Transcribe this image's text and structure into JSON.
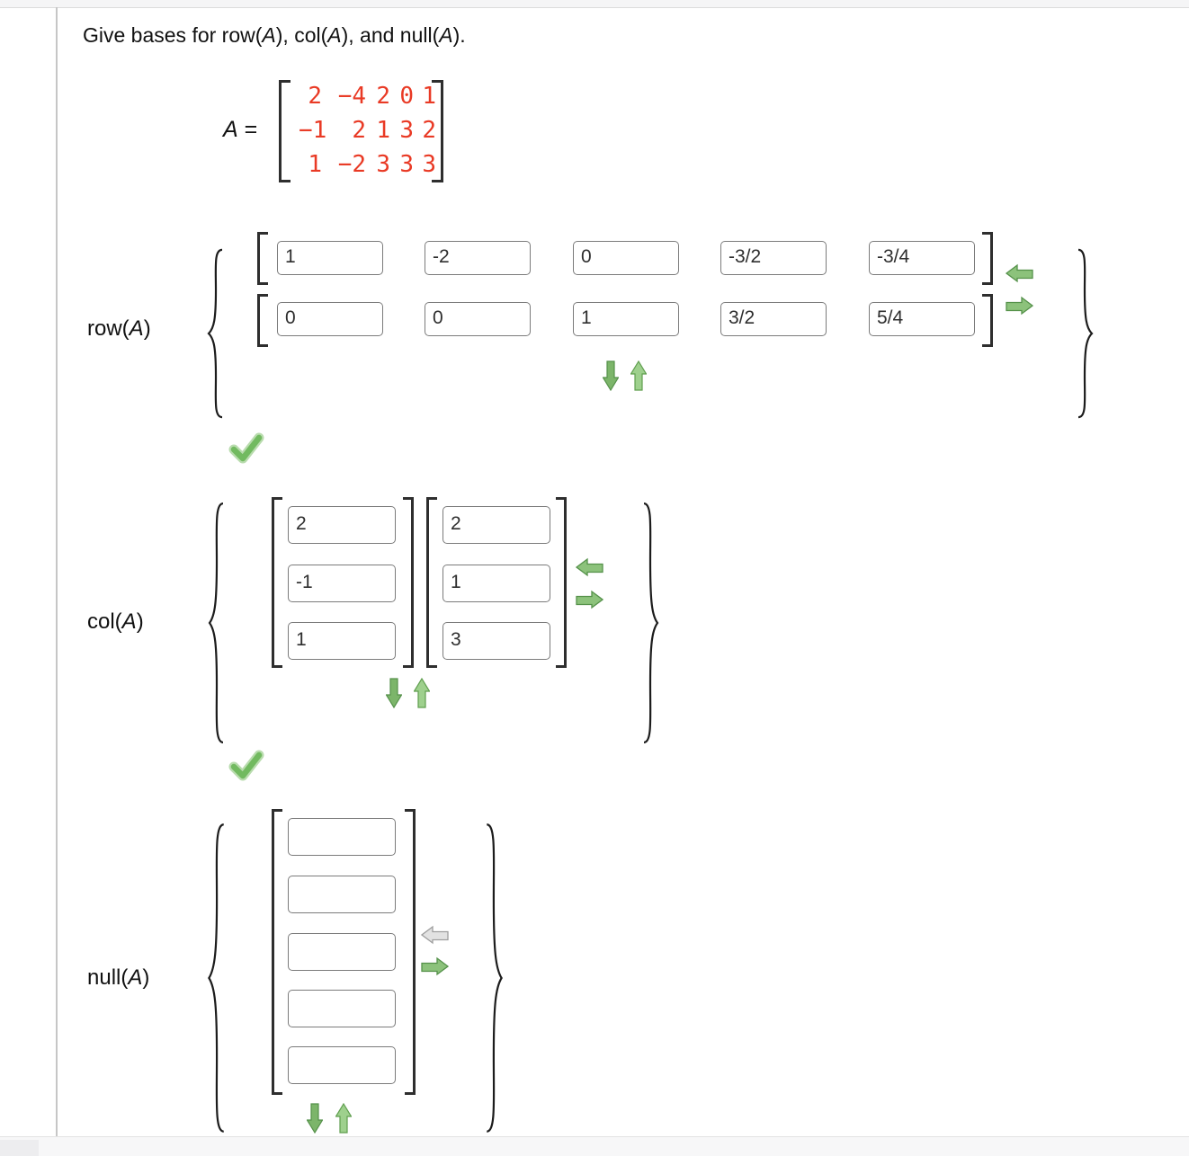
{
  "title": "Give bases for row(A), col(A), and null(A).",
  "matrix": {
    "lhs": "A =",
    "rows": [
      [
        "2",
        "−4",
        "2",
        "0",
        "1"
      ],
      [
        "−1",
        "2",
        "1",
        "3",
        "2"
      ],
      [
        "1",
        "−2",
        "3",
        "3",
        "3"
      ]
    ]
  },
  "sections": {
    "row": {
      "label": "row(A)",
      "vector1": [
        "1",
        "-2",
        "0",
        "-3/2",
        "-3/4"
      ],
      "vector2": [
        "0",
        "0",
        "1",
        "3/2",
        "5/4"
      ],
      "status": "correct"
    },
    "col": {
      "label": "col(A)",
      "vector1": [
        "2",
        "-1",
        "1"
      ],
      "vector2": [
        "2",
        "1",
        "3"
      ],
      "status": "correct"
    },
    "null": {
      "label": "null(A)",
      "vector1": [
        "",
        "",
        "",
        "",
        ""
      ],
      "status": ""
    }
  },
  "icons": {
    "left-arrow-icon": "⬅",
    "right-arrow-icon": "➡",
    "down-arrow-icon": "⬇",
    "up-arrow-icon": "⬆",
    "checkmark-icon": "✔"
  },
  "colors": {
    "matrix_text": "#e93a25",
    "arrow_green_fill": "#8cc27b",
    "arrow_green_dark_fill": "#7cb56a",
    "arrow_green_light_fill": "#9ed08d",
    "arrow_green_border": "#55914a",
    "arrow_disabled_fill": "#e2e2e2",
    "arrow_disabled_border": "#9e9e9e",
    "checkmark_green": "#72ba60",
    "input_border": "#7b7b7b"
  }
}
